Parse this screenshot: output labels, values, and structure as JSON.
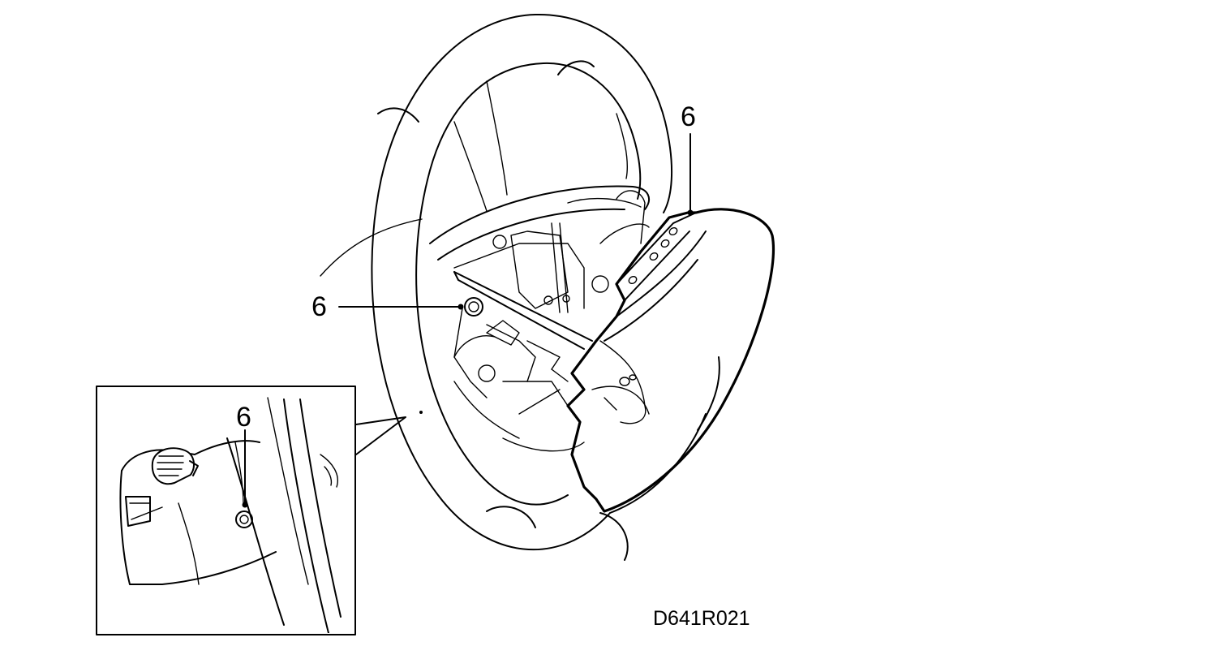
{
  "labels": {
    "callout_right": "6",
    "callout_left": "6",
    "callout_inset": "6"
  },
  "figure_code": "D641R021"
}
